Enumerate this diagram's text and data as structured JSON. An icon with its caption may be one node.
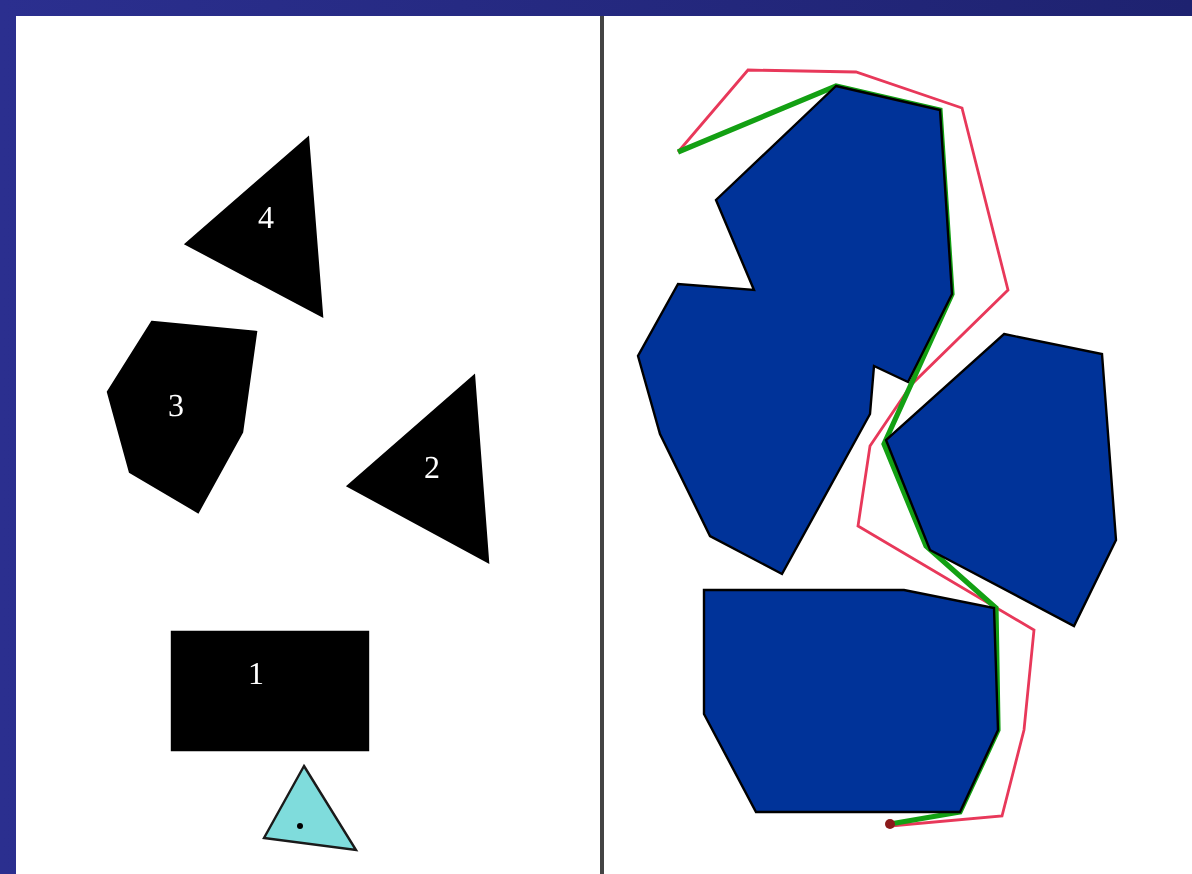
{
  "diagram": {
    "nodes": [
      {
        "text": [
          "4"
        ]
      },
      {
        "text": [
          "3"
        ]
      },
      {
        "text": [
          "2"
        ]
      },
      {
        "text": [
          "1"
        ]
      },
      {
        "text": [],
        "shape": "triangle"
      },
      {
        "text": [],
        "shape": "polygon"
      },
      {
        "text": [],
        "shape": "polygon"
      },
      {
        "text": [],
        "shape": "polygon"
      }
    ],
    "edges": []
  }
}
